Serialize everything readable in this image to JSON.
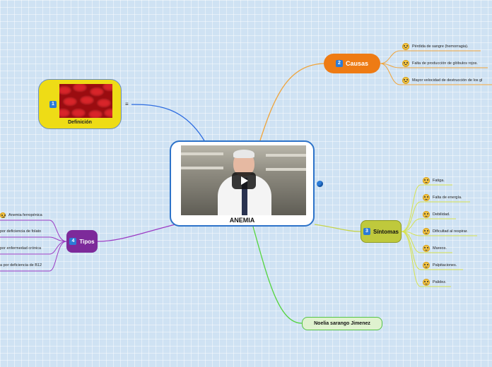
{
  "central": {
    "title": "ANEMIA"
  },
  "definicion": {
    "number": "1",
    "label": "Definición"
  },
  "causas": {
    "number": "2",
    "label": "Causas",
    "items": [
      "Pérdida de sangre (hemorragia).",
      "Falta de producción de glóbulos rojos.",
      "Mayor velocidad de destrucción de los gl"
    ]
  },
  "sintomas": {
    "number": "3",
    "label": "Síntomas",
    "items": [
      "Fatiga.",
      "Falta de energía.",
      "Debilidad.",
      "Dificultad al respirar.",
      "Mareos.",
      "Palpitaciones.",
      "Palidez."
    ]
  },
  "tipos": {
    "number": "4",
    "label": "Tipos",
    "items": [
      "Anemia ferropénica",
      "por deficiencia de folato",
      "por enfermedad crónica",
      "a por deficiencia de B12"
    ]
  },
  "autor": {
    "label": "Noelia sarango Jimenez"
  },
  "colors": {
    "causas": "#ee7b14",
    "tipos": "#7d2a9a",
    "sintomas": "#bfc93c",
    "autor": "#55c445",
    "definicion": "#eedc16",
    "central_border": "#2d73c9"
  }
}
